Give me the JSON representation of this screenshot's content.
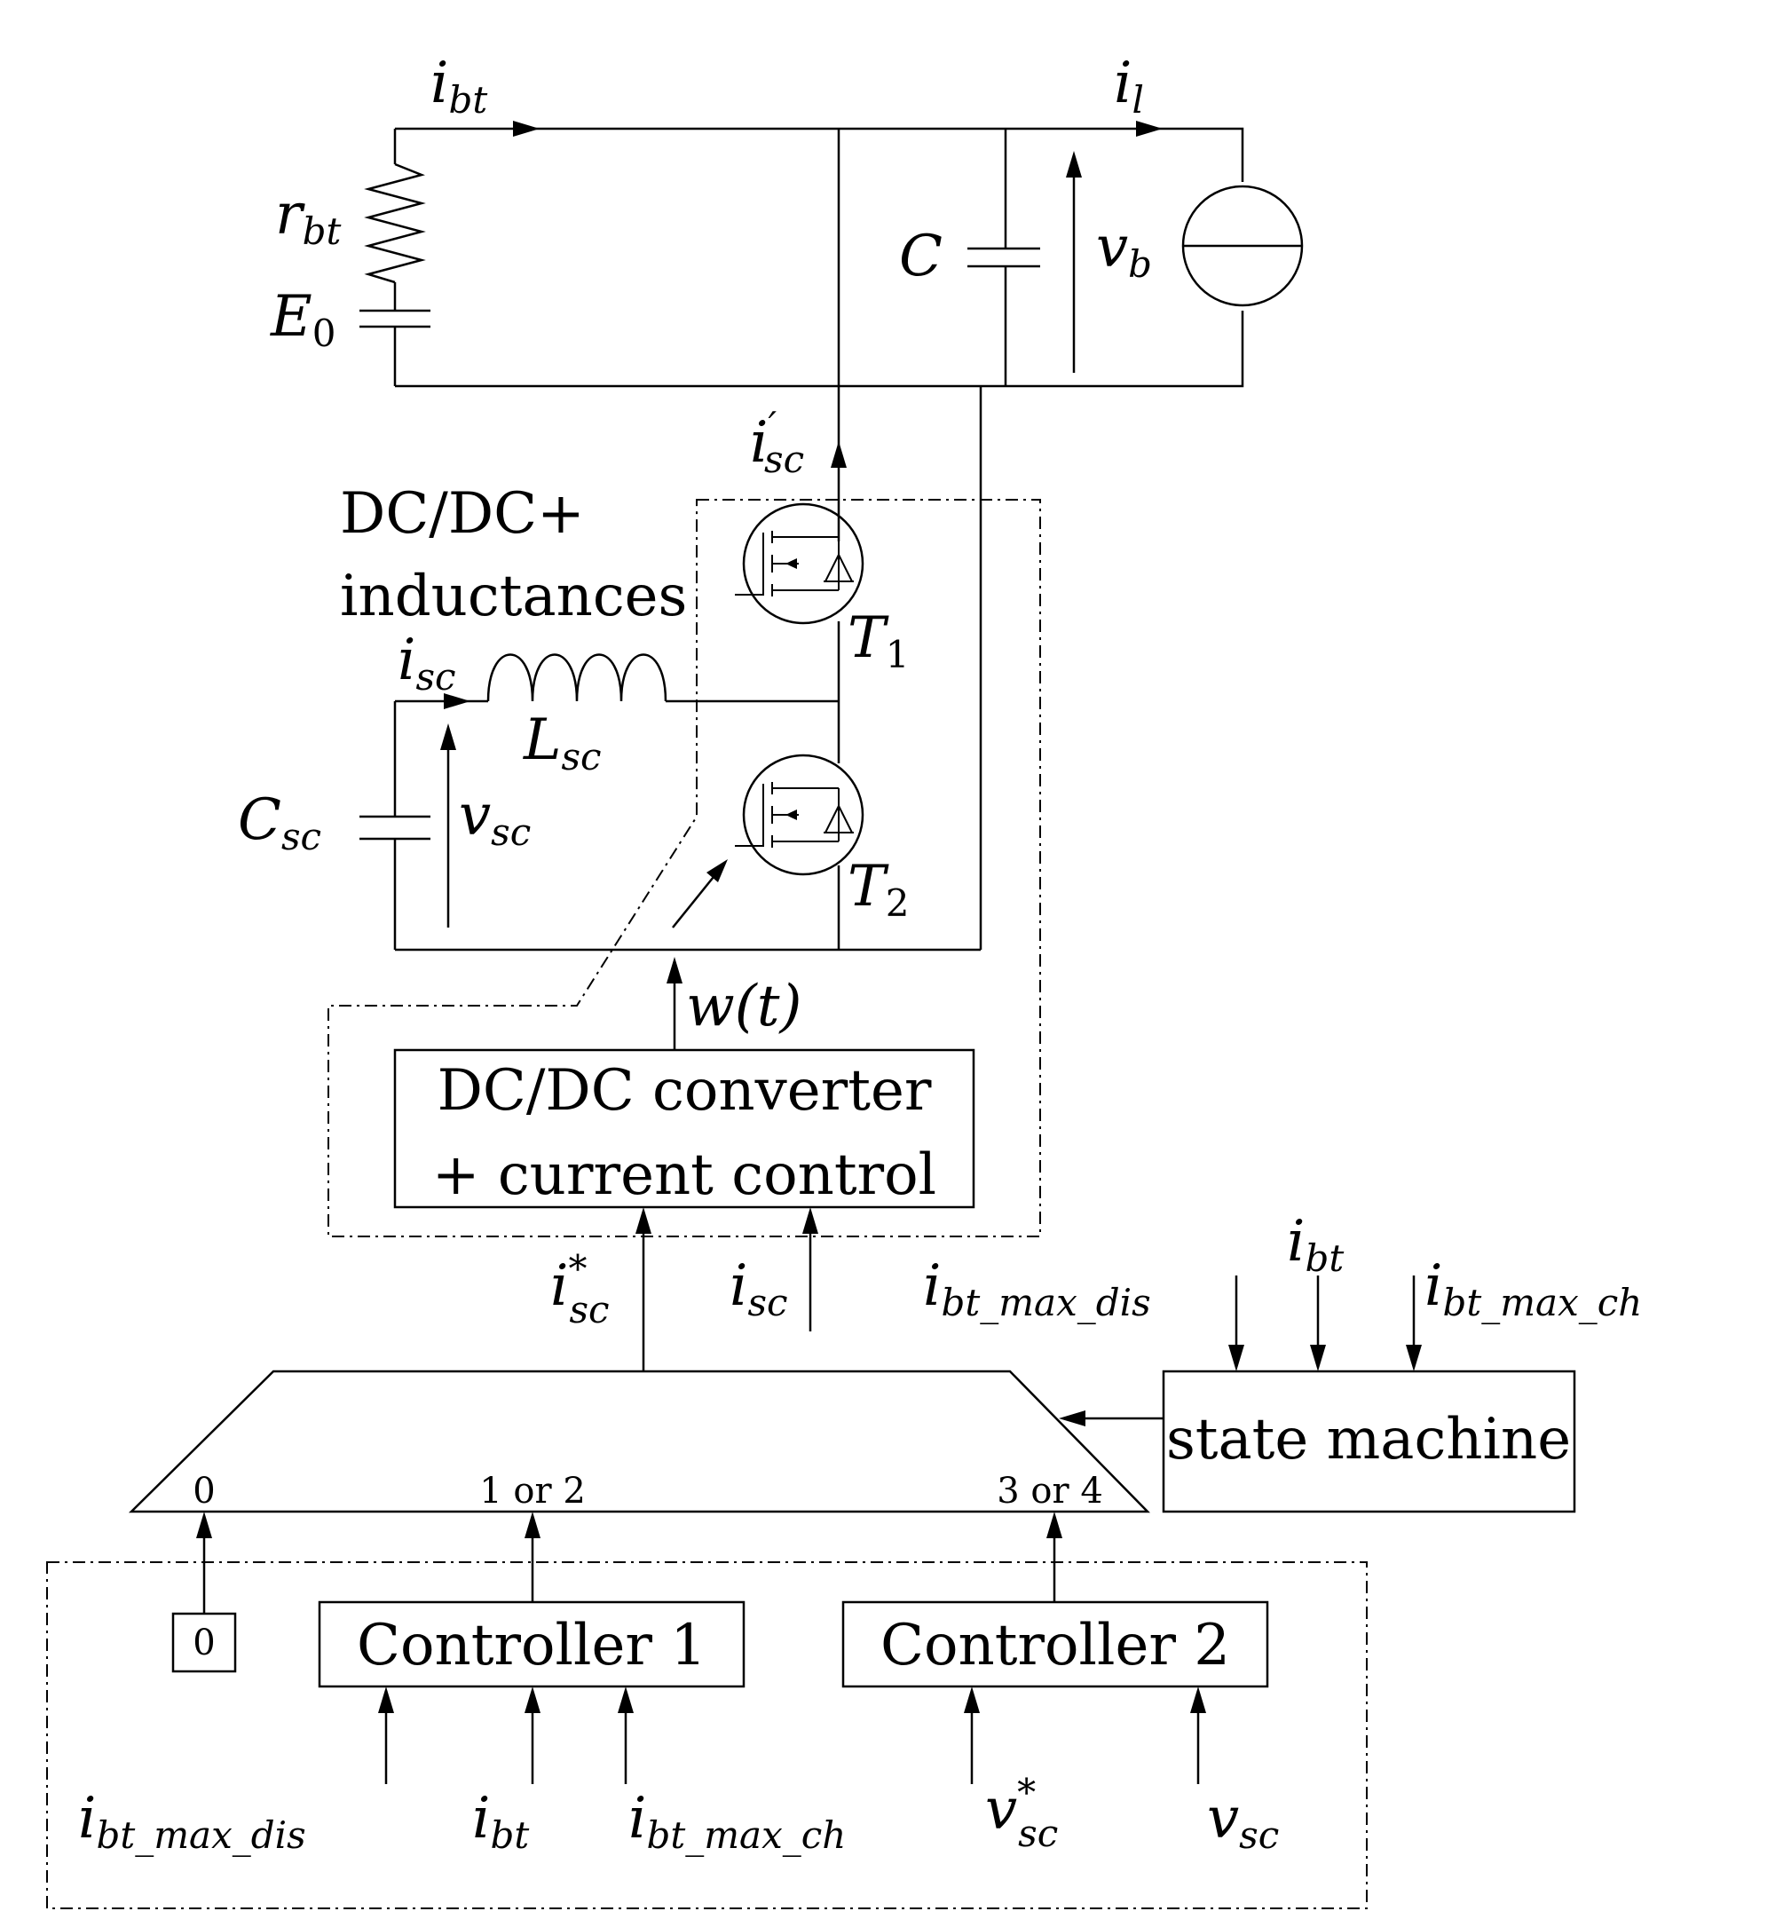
{
  "labels": {
    "i_bt_top": {
      "base": "i",
      "sub": "bt"
    },
    "i_l": {
      "base": "i",
      "sub": "l"
    },
    "r_bt": {
      "base": "r",
      "sub": "bt"
    },
    "E0": {
      "base": "E",
      "sub": "0"
    },
    "C": "C",
    "v_b": {
      "base": "v",
      "sub": "b"
    },
    "i_sc_prime": {
      "base": "i",
      "sup": "′",
      "sub": "sc"
    },
    "dcdc_line1": "DC/DC+",
    "dcdc_line2": "inductances",
    "T1": {
      "base": "T",
      "sub": "1"
    },
    "T2": {
      "base": "T",
      "sub": "2"
    },
    "i_sc_ind": {
      "base": "i",
      "sub": "sc"
    },
    "L_sc": {
      "base": "L",
      "sub": "sc"
    },
    "C_sc": {
      "base": "C",
      "sub": "sc"
    },
    "v_sc_cap": {
      "base": "v",
      "sub": "sc"
    },
    "w_t": "w(t)",
    "conv_line1": "DC/DC converter",
    "conv_line2": "+ current control",
    "i_sc_star": {
      "base": "i",
      "sup": "*",
      "sub": "sc"
    },
    "i_sc_fb": {
      "base": "i",
      "sub": "sc"
    },
    "sm_in1": {
      "base": "i",
      "sub": "bt_max_dis"
    },
    "sm_in2": {
      "base": "i",
      "sub": "bt"
    },
    "sm_in3": {
      "base": "i",
      "sub": "bt_max_ch"
    },
    "state_machine": "state machine",
    "mux_in0": "0",
    "mux_in1": "1 or 2",
    "mux_in2": "3 or 4",
    "zero_block": "0",
    "controller1": "Controller 1",
    "controller2": "Controller 2",
    "c1_in1": {
      "base": "i",
      "sub": "bt_max_dis"
    },
    "c1_in2": {
      "base": "i",
      "sub": "bt"
    },
    "c1_in3": {
      "base": "i",
      "sub": "bt_max_ch"
    },
    "c2_in1": {
      "base": "v",
      "sup": "*",
      "sub": "sc"
    },
    "c2_in2": {
      "base": "v",
      "sub": "sc"
    }
  }
}
